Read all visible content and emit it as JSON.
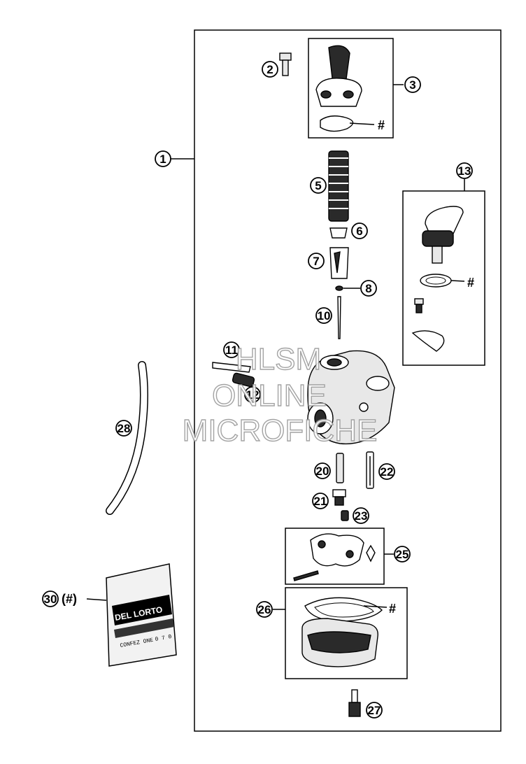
{
  "callouts": {
    "c1": "1",
    "c2": "2",
    "c3": "3",
    "c5": "5",
    "c6": "6",
    "c7": "7",
    "c8": "8",
    "c10": "10",
    "c11": "11",
    "c12": "12",
    "c13": "13",
    "c20": "20",
    "c21": "21",
    "c22": "22",
    "c23": "23",
    "c25": "25",
    "c26": "26",
    "c27": "27",
    "c28": "28",
    "c30": "30"
  },
  "marks": {
    "hash": "#",
    "kit_suffix": "(#)"
  },
  "watermark": {
    "line1": "HLSM",
    "line2": "ONLINE",
    "line3": "MICROFICHE"
  },
  "bag": {
    "brand": "DEL LORTO",
    "label_left": "CONFEZ ONE",
    "label_right": "0 7 0"
  },
  "colors": {
    "ink": "#000000",
    "paper": "#ffffff",
    "watermark": "#9a9a9a"
  }
}
